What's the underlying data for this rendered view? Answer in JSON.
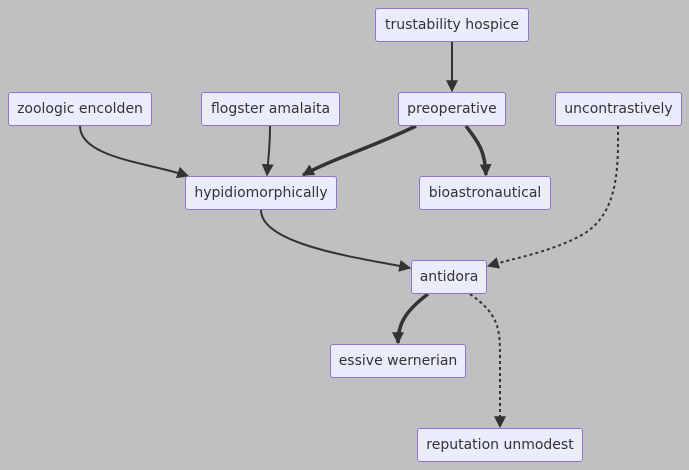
{
  "diagram": {
    "type": "flowchart",
    "nodes": {
      "trustability_hospice": "trustability hospice",
      "zoologic_encolden": "zoologic encolden",
      "flogster_amalaita": "flogster amalaita",
      "preoperative": "preoperative",
      "uncontrastively": "uncontrastively",
      "hypidiomorphically": "hypidiomorphically",
      "bioastronautical": "bioastronautical",
      "antidora": "antidora",
      "essive_wernerian": "essive wernerian",
      "reputation_unmodest": "reputation unmodest"
    },
    "edges": [
      {
        "from": "trustability hospice",
        "to": "preoperative",
        "style": "normal"
      },
      {
        "from": "zoologic encolden",
        "to": "hypidiomorphically",
        "style": "normal"
      },
      {
        "from": "flogster amalaita",
        "to": "hypidiomorphically",
        "style": "normal"
      },
      {
        "from": "preoperative",
        "to": "hypidiomorphically",
        "style": "thick"
      },
      {
        "from": "preoperative",
        "to": "bioastronautical",
        "style": "thick"
      },
      {
        "from": "uncontrastively",
        "to": "antidora",
        "style": "dotted"
      },
      {
        "from": "hypidiomorphically",
        "to": "antidora",
        "style": "normal"
      },
      {
        "from": "antidora",
        "to": "essive wernerian",
        "style": "thick"
      },
      {
        "from": "antidora",
        "to": "reputation unmodest",
        "style": "dotted"
      }
    ],
    "colors": {
      "background": "#c0c0c0",
      "node_fill": "#ececff",
      "node_border": "#9370db",
      "edge": "#333333",
      "text": "#333333"
    }
  }
}
